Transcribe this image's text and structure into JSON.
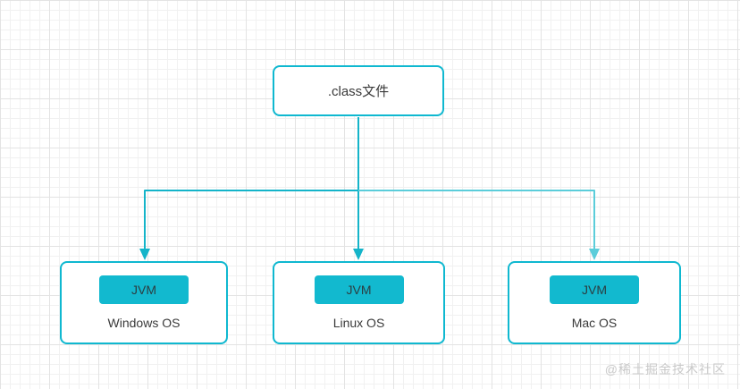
{
  "diagram": {
    "root": {
      "label": ".class文件"
    },
    "os_nodes": [
      {
        "jvm_label": "JVM",
        "os_label": "Windows OS"
      },
      {
        "jvm_label": "JVM",
        "os_label": "Linux OS"
      },
      {
        "jvm_label": "JVM",
        "os_label": "Mac OS"
      }
    ]
  },
  "watermark": {
    "text": "@稀土掘金技术社区"
  },
  "colors": {
    "accent": "#14b4c9",
    "accent_light": "#5bcdda",
    "jvm_fill": "#12b9cf",
    "node_border": "#0fb8d0",
    "text": "#3a3a3a",
    "watermark": "#c9c9c9"
  }
}
